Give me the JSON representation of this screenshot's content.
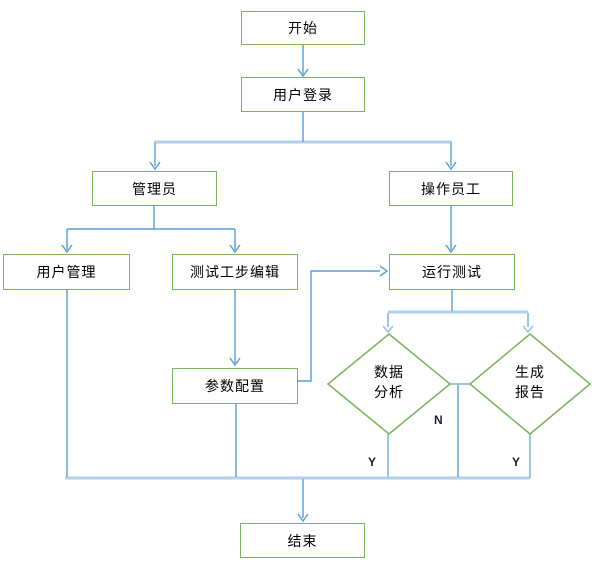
{
  "flowchart": {
    "nodes": {
      "start": {
        "label": "开始"
      },
      "login": {
        "label": "用户登录"
      },
      "admin": {
        "label": "管理员"
      },
      "operator": {
        "label": "操作员工"
      },
      "user_mgmt": {
        "label": "用户管理"
      },
      "step_edit": {
        "label": "测试工步编辑"
      },
      "run_test": {
        "label": "运行测试"
      },
      "param_config": {
        "label": "参数配置"
      },
      "data_analysis": {
        "label": "数据\n分析"
      },
      "gen_report": {
        "label": "生成\n报告"
      },
      "end": {
        "label": "结束"
      }
    },
    "edge_labels": {
      "analysis_yes": "Y",
      "no": "N",
      "report_yes": "Y"
    },
    "colors": {
      "node_border_green": "#7ab45a",
      "connector_blue": "#5b9bd5",
      "connector_light_blue": "#b3cfea",
      "text": "#000000",
      "background": "#ffffff"
    }
  }
}
